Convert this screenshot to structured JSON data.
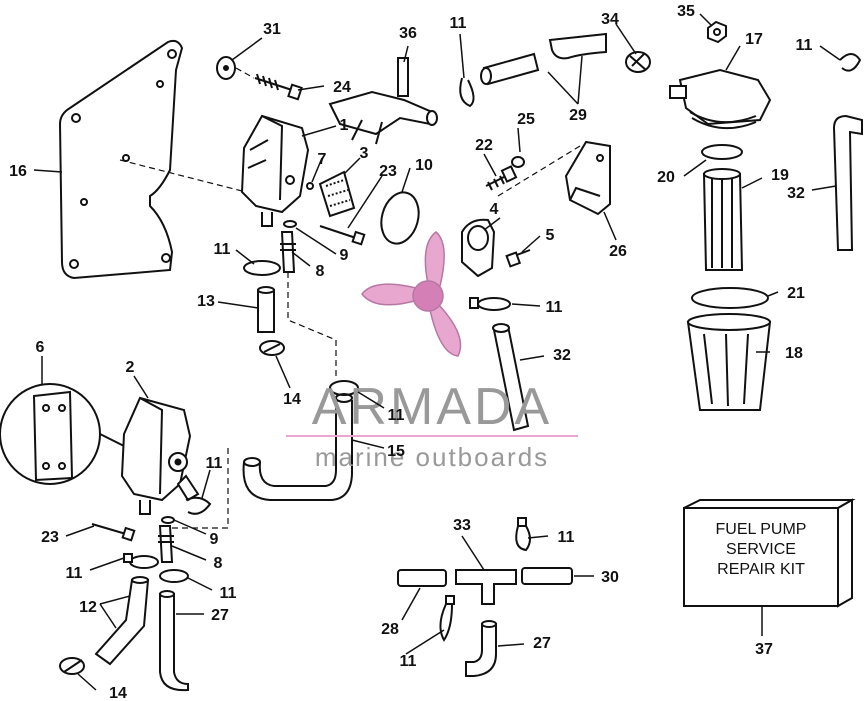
{
  "watermark": {
    "brand": "ARMADA",
    "tagline": "marine outboards",
    "logo": "propeller-logo",
    "logo_color": "#e7a7cf",
    "text_color": "#999999"
  },
  "kit_box": {
    "line1": "FUEL PUMP",
    "line2": "SERVICE",
    "line3": "REPAIR KIT"
  },
  "callouts": {
    "c1": "1",
    "c2": "2",
    "c3": "3",
    "c4": "4",
    "c5": "5",
    "c6": "6",
    "c7": "7",
    "c8a": "8",
    "c8b": "8",
    "c9a": "9",
    "c9b": "9",
    "c10": "10",
    "c11a": "11",
    "c11b": "11",
    "c11c": "11",
    "c11d": "11",
    "c11e": "11",
    "c11f": "11",
    "c11g": "11",
    "c11h": "11",
    "c11i": "11",
    "c11j": "11",
    "c12": "12",
    "c13": "13",
    "c14a": "14",
    "c14b": "14",
    "c15": "15",
    "c16": "16",
    "c17": "17",
    "c18": "18",
    "c19": "19",
    "c20": "20",
    "c21": "21",
    "c22": "22",
    "c23a": "23",
    "c23b": "23",
    "c24": "24",
    "c25": "25",
    "c26": "26",
    "c27a": "27",
    "c27b": "27",
    "c28": "28",
    "c29": "29",
    "c30": "30",
    "c31": "31",
    "c32a": "32",
    "c32b": "32",
    "c33": "33",
    "c34": "34",
    "c35": "35",
    "c36": "36",
    "c37": "37"
  }
}
